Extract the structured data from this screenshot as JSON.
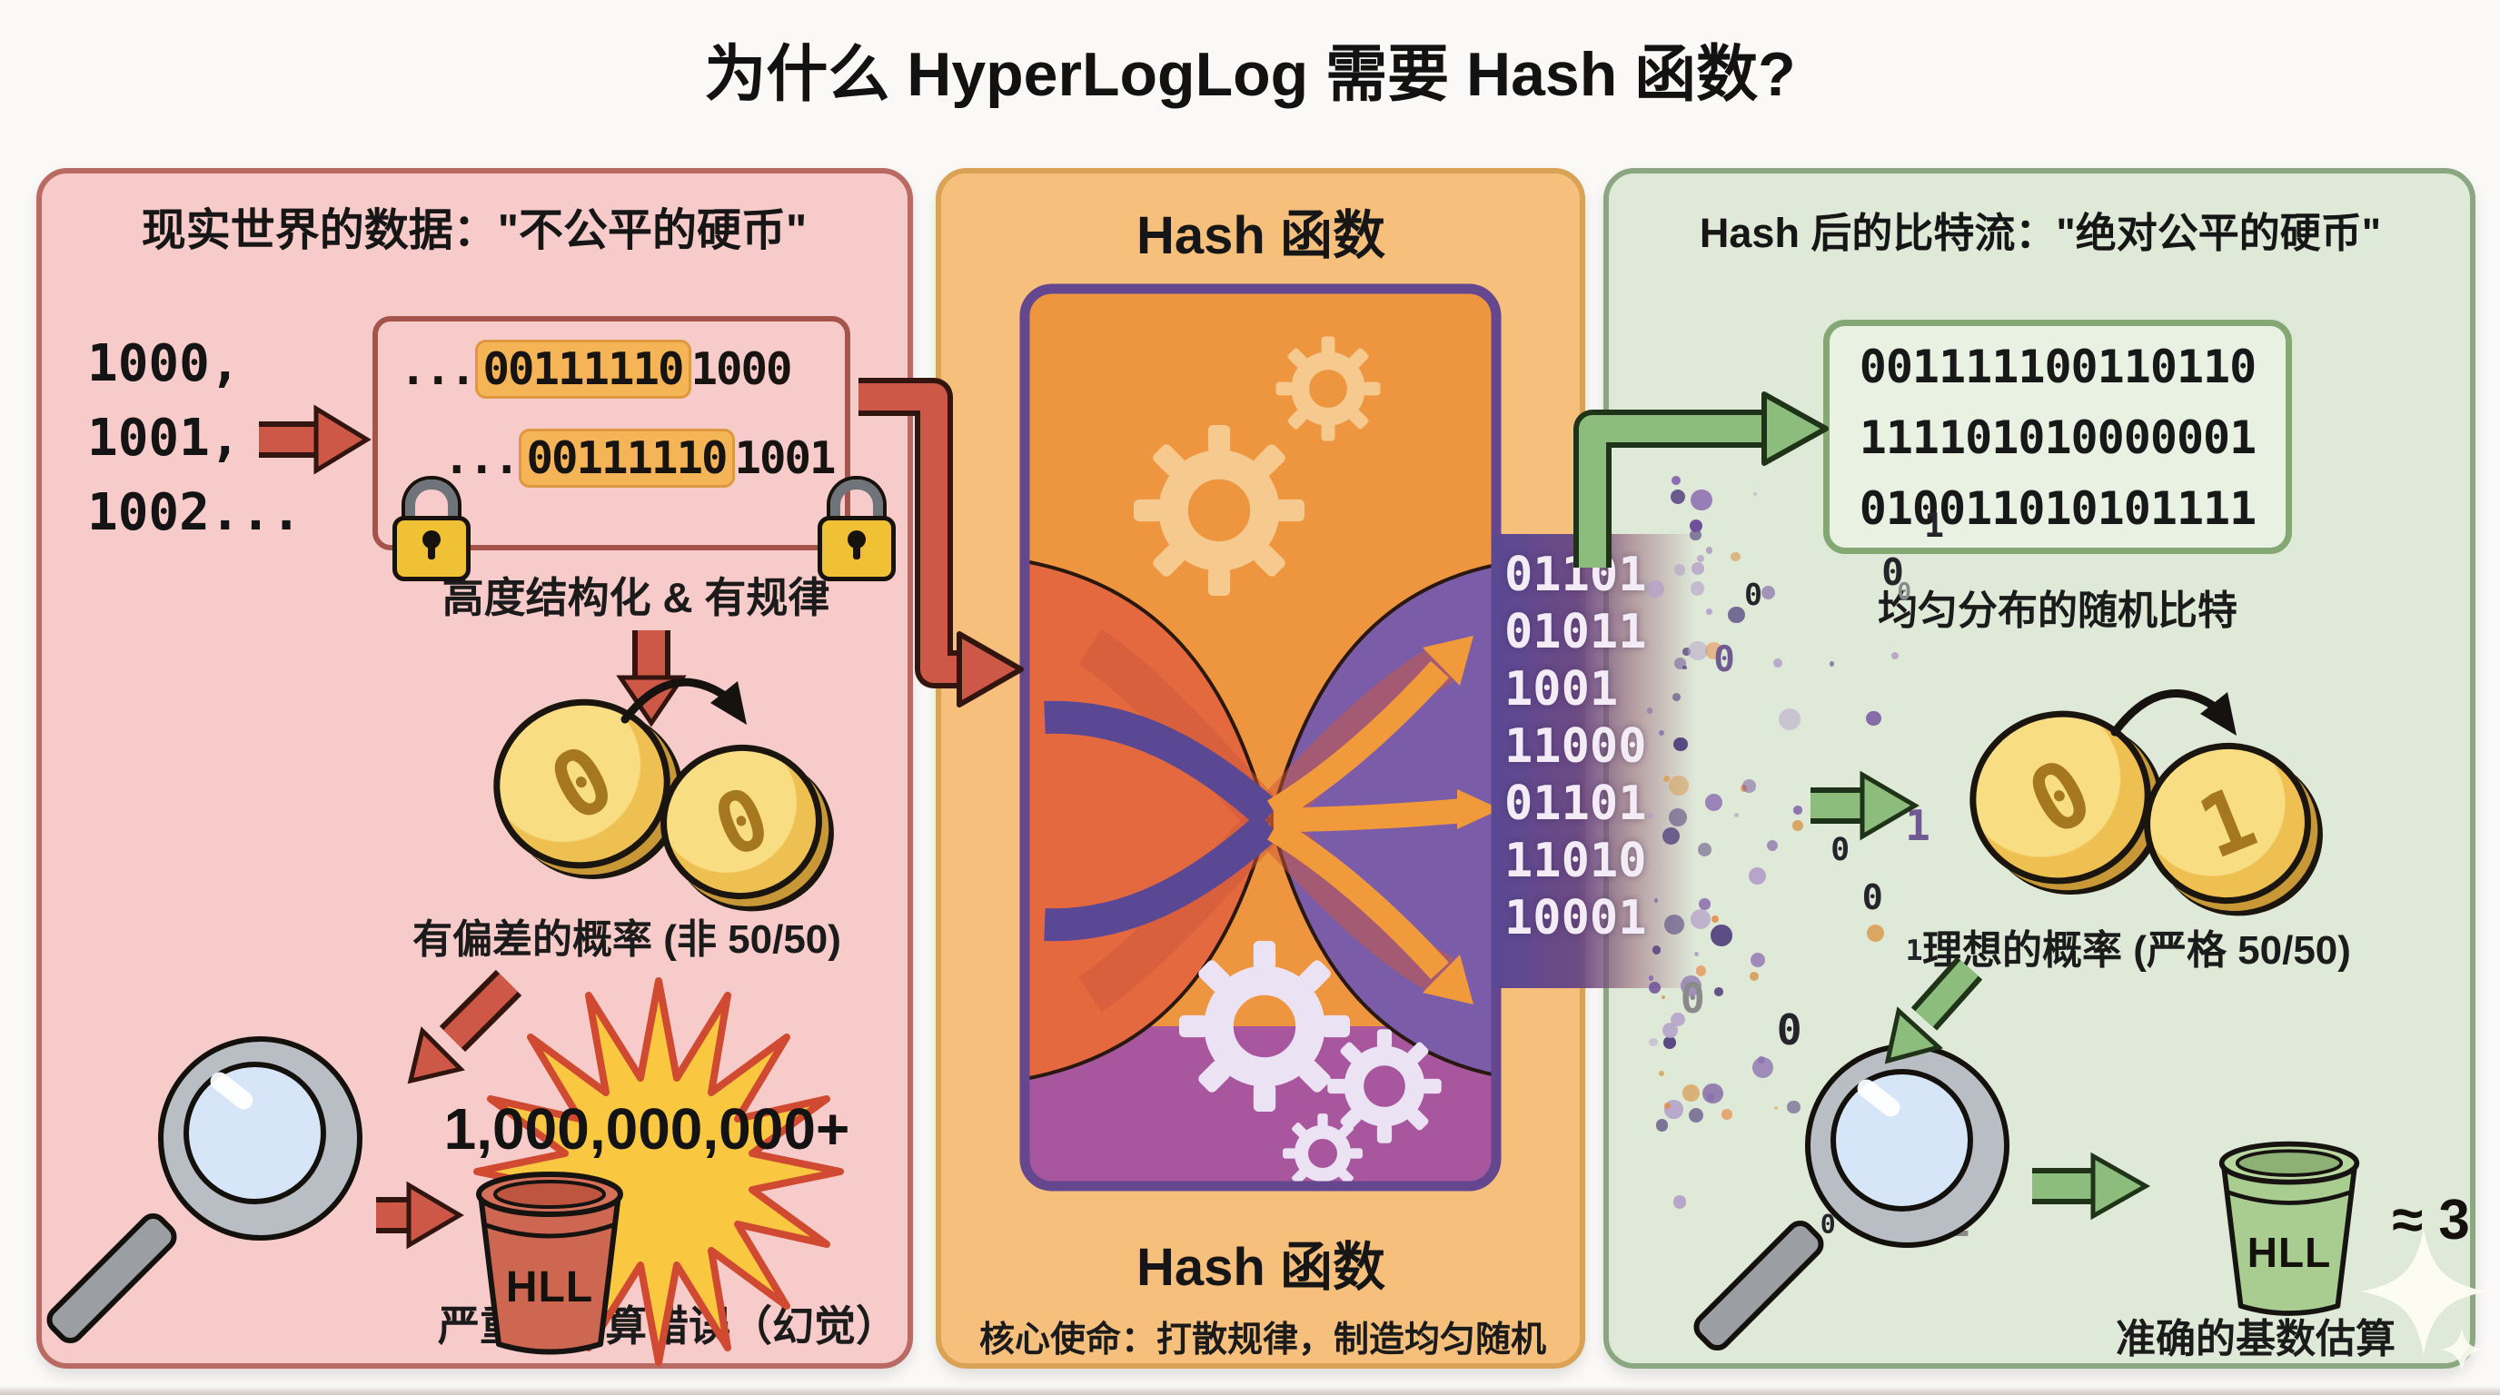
{
  "title": "为什么 HyperLogLog 需要 Hash 函数?",
  "left_panel": {
    "header": "现实世界的数据：\"不公平的硬币\"",
    "input_numbers": [
      "1000,",
      "1001,",
      "1002..."
    ],
    "binary_rows": [
      {
        "prefix": "...",
        "common": "00111110",
        "tail": "1000"
      },
      {
        "prefix": "...",
        "common": "00111110",
        "tail": "1001"
      }
    ],
    "structure_caption": "高度结构化 & 有规律",
    "coins": [
      "0",
      "0"
    ],
    "bias_caption": "有偏差的概率 (非 50/50)",
    "error_value": "1,000,000,000+",
    "bucket_label": "HLL",
    "error_caption": "严重的估算错误（幻觉）"
  },
  "middle_panel": {
    "header": "Hash 函数",
    "output_bits": [
      "01101",
      "01011",
      "1001",
      "11000",
      "01101",
      "11010",
      "10001"
    ],
    "footer_title": "Hash 函数",
    "mission_caption": "核心使命：打散规律，制造均匀随机"
  },
  "right_panel": {
    "header": "Hash 后的比特流：\"绝对公平的硬币\"",
    "bit_rows": [
      "001111100110110",
      "111101010000001",
      "010011010101111"
    ],
    "uniform_caption": "均匀分布的随机比特",
    "coins": [
      "0",
      "1"
    ],
    "ideal_caption": "理想的概率 (严格 50/50)",
    "bucket_label": "HLL",
    "estimate_value": "≈ 3",
    "estimate_caption": "准确的基数估算"
  },
  "scatter_bits": [
    "0",
    "1",
    "0",
    "0",
    "1",
    "1",
    "0",
    "1",
    "0",
    "1",
    "1",
    "0",
    "0",
    "1",
    "0",
    "1",
    "1",
    "0"
  ],
  "colors": {
    "left_bg": "#f7cbc9",
    "left_border": "#b96a62",
    "mid_bg": "#f6c07c",
    "mid_border": "#d9a254",
    "right_bg": "#dfe9d8",
    "right_border": "#8aa781",
    "red_arrow": "#cd5847",
    "green_arrow": "#8cbd7d",
    "highlight": "#f5b557",
    "funnel_orange": "#ee9540",
    "funnel_purple": "#7a5ca8"
  }
}
